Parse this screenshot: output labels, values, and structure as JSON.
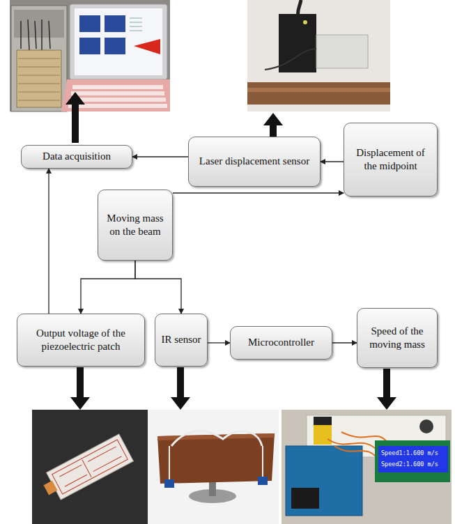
{
  "diagram": {
    "nodes": [
      {
        "text": [
          "Data acquisition"
        ]
      },
      {
        "text": [
          "Laser displacement sensor"
        ]
      },
      {
        "text": [
          "Displacement of the midpoint"
        ]
      },
      {
        "text": [
          "Moving mass on the beam"
        ]
      },
      {
        "text": [
          "Output voltage of the piezoelectric patch"
        ]
      },
      {
        "text": [
          "IR sensor"
        ]
      },
      {
        "text": [
          "Microcontroller"
        ]
      },
      {
        "text": [
          "Speed of the moving mass"
        ]
      }
    ],
    "edges": [
      {
        "from": 1,
        "to": 0,
        "arrow": "to"
      },
      {
        "from": 2,
        "to": 1,
        "arrow": "to"
      },
      {
        "from": 3,
        "to": 2,
        "arrow": "to"
      },
      {
        "from": 3,
        "to": 4,
        "arrow": "to"
      },
      {
        "from": 3,
        "to": 5,
        "arrow": "to"
      },
      {
        "from": 4,
        "to": 0,
        "arrow": "to"
      },
      {
        "from": 5,
        "to": 6,
        "arrow": "to"
      },
      {
        "from": 6,
        "to": 7,
        "arrow": "to"
      }
    ],
    "labels": [
      "Speed1:1.600 m/s",
      "Speed2:1.600 m/s"
    ]
  }
}
